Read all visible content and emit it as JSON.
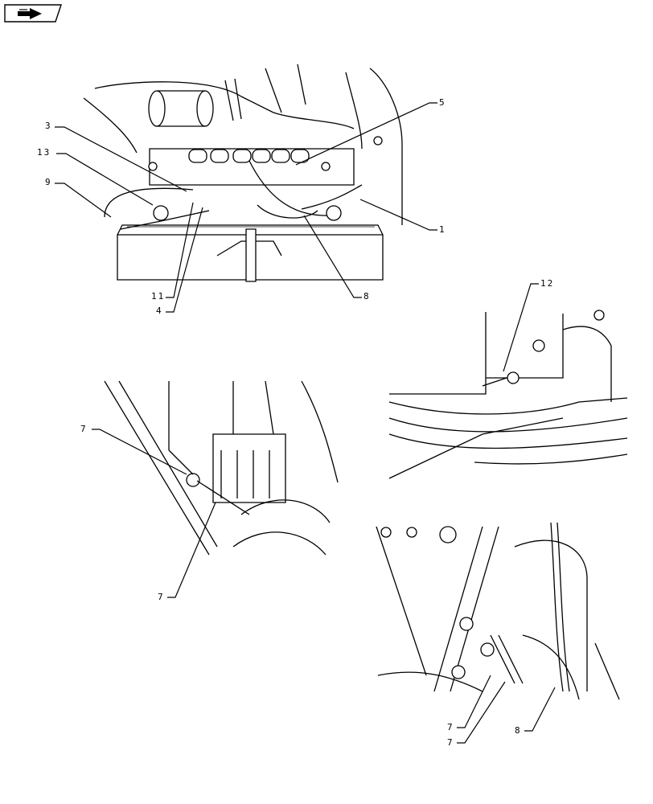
{
  "nav_icon": "arrow-right-icon",
  "callouts": {
    "top": {
      "c3": "3",
      "c13": "13",
      "c9": "9",
      "c11": "11",
      "c4": "4",
      "c8": "8",
      "c5": "5",
      "c1": "1"
    },
    "right_top": {
      "c12": "12"
    },
    "left_mid": {
      "c7a": "7",
      "c7b": "7"
    },
    "right_bottom": {
      "c7a": "7",
      "c7b": "7",
      "c8": "8"
    }
  }
}
